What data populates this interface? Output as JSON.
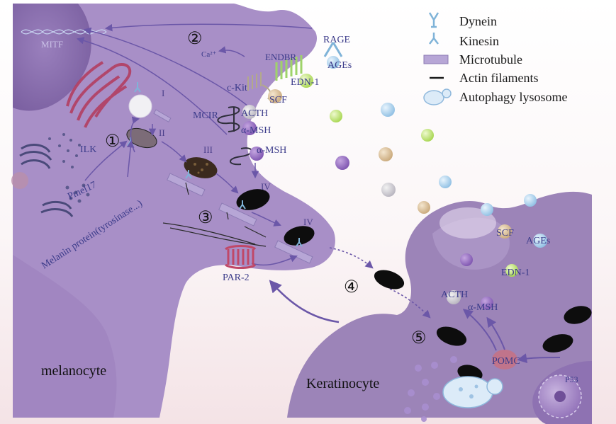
{
  "legend": {
    "dynein": "Dynein",
    "kinesin": "Kinesin",
    "microtubule": "Microtubule",
    "actin": "Actin filaments",
    "autophagy": "Autophagy lysosome"
  },
  "labels": {
    "mitf": "MITF",
    "step1": "①",
    "step2": "②",
    "step3": "③",
    "step4": "④",
    "step5": "⑤",
    "ca": "Ca²⁺",
    "rage": "RAGE",
    "endbr": "ENDBR",
    "ages_receptor": "AGEs",
    "edn1_receptor": "EDN-1",
    "ckit": "c-Kit",
    "scf_receptor": "SCF",
    "mcir": "MCIR",
    "acth_receptor": "ACTH",
    "amsh_receptor": "α-MSH",
    "amsh_receptor2": "α-MSH",
    "stage1": "I",
    "stage2": "II",
    "stage3": "III",
    "stage4a": "IV",
    "stage4b": "IV",
    "ilk": "ILK",
    "pmel17": "Pmel17",
    "melanin_protein": "Melanin protein(tyrosinase...)",
    "par2": "PAR-2",
    "melanocyte": "melanocyte",
    "keratinocyte": "Keratinocyte",
    "scf_k": "SCF",
    "ages_k": "AGEs",
    "edn1_k": "EDN-1",
    "acth_k": "ACTH",
    "amsh_k": "α-MSH",
    "pomc": "POMC",
    "p53": "P53"
  },
  "colors": {
    "melanocyte": "#a58ec4",
    "melanocyte_dark": "#8f76b3",
    "keratinocyte": "#9a81b7",
    "nucleus": "#8468a8",
    "melanosome": "#0d0d0d",
    "dynein": "#7fb3d8",
    "microtubule": "#b7a6d6",
    "label": "#3b3b8a",
    "pomc": "#d07a8a",
    "edn": "#b9e07a",
    "scf": "#d9bf98"
  }
}
